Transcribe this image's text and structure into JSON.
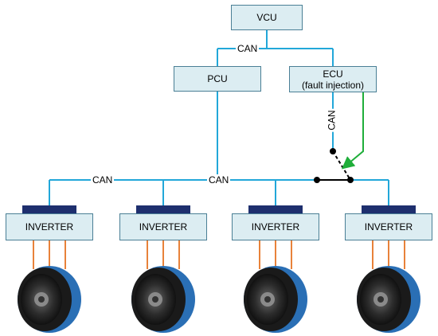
{
  "nodes": {
    "vcu": "VCU",
    "pcu": "PCU",
    "ecu_line1": "ECU",
    "ecu_line2": "(fault injection)",
    "inverters": [
      "INVERTER",
      "INVERTER",
      "INVERTER",
      "INVERTER"
    ]
  },
  "bus_labels": {
    "can_top": "CAN",
    "can_vertical": "CAN",
    "can_left": "CAN",
    "can_mid": "CAN"
  },
  "colors": {
    "bus_line": "#22a7d9",
    "box_fill": "#dcedf2",
    "box_border": "#4a7f95",
    "inverter_cap": "#1e2f6e",
    "phase_wire": "#e8823a",
    "fault_arrow": "#1fae3a",
    "switch_line": "#000000",
    "motor_ring": "#2a6fb5"
  },
  "icons": {
    "motor": "in-wheel-motor-icon",
    "switch": "fault-switch-icon",
    "arrow": "fault-injection-arrow-icon"
  }
}
